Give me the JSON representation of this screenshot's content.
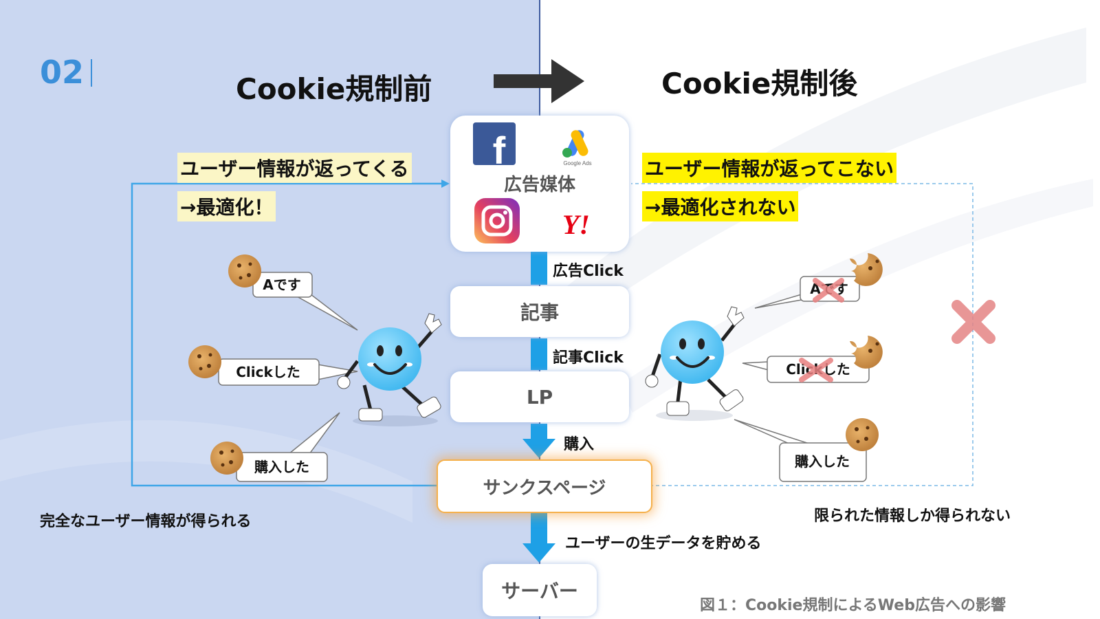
{
  "slide_number": "02",
  "titles": {
    "before": "Cookie規制前",
    "after": "Cookie規制後"
  },
  "left": {
    "highlight_1": "ユーザー情報が返ってくる",
    "highlight_2": "→最適化！",
    "bubbles": [
      "Aです",
      "Clickした",
      "購入した"
    ],
    "caption": "完全なユーザー情報が得られる"
  },
  "right": {
    "highlight_1": "ユーザー情報が返ってこない",
    "highlight_2": "→最適化されない",
    "bubbles": [
      "Aです",
      "Clickした",
      "購入した"
    ],
    "caption": "限られた情報しか得られない"
  },
  "flow": {
    "media_label": "広告媒体",
    "ad_click": "広告Click",
    "article": "記事",
    "article_click": "記事Click",
    "lp": "LP",
    "purchase": "購入",
    "thanks_page": "サンクスページ",
    "store_data": "ユーザーの生データを貯める",
    "server": "サーバー"
  },
  "logos": {
    "google_ads_text": "Google Ads",
    "yahoo_text": "Y!",
    "facebook_text": "f"
  },
  "figure_caption": "図１：Cookie規制によるWeb広告への影響",
  "colors": {
    "left_bg": "#cad7f1",
    "accent_blue": "#3b8fd9",
    "flow_blue": "#1ea0e6",
    "highlight_soft": "#fbf6c6",
    "highlight_bright": "#fff200",
    "cross_red": "#e88080",
    "thanks_glow": "#f5b04a"
  }
}
